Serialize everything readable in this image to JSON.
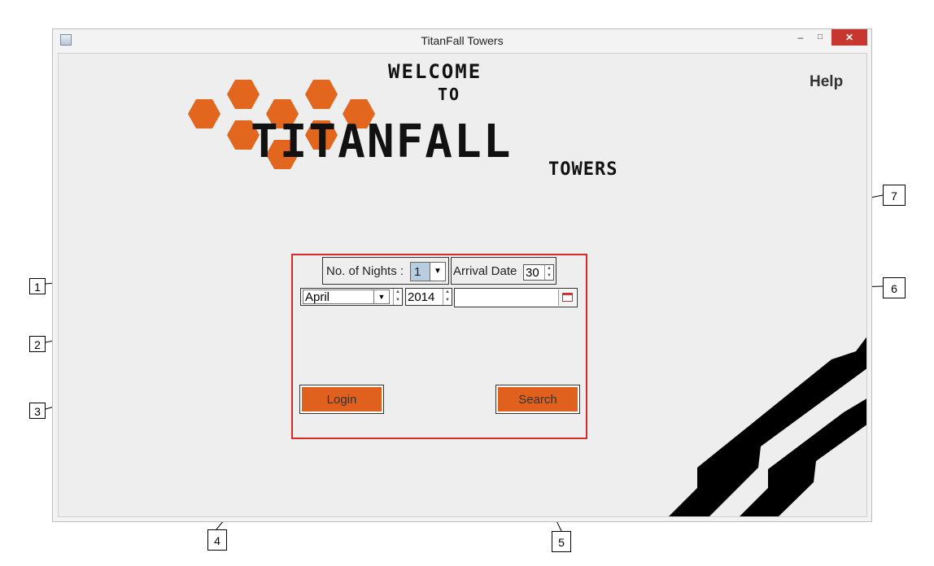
{
  "window": {
    "title": "TitanFall Towers",
    "minimize": "–",
    "maximize": "□",
    "close": "✕"
  },
  "banner": {
    "welcome": "WELCOME",
    "to": "TO",
    "brand": "TITANFALL",
    "sub": "TOWERS",
    "brand_color": "#e3661f"
  },
  "help_label": "Help",
  "form": {
    "nights_label": "No. of Nights :",
    "nights_value": "1",
    "arrival_label": "Arrival Date",
    "arrival_day": "30",
    "month_value": "April",
    "year_value": "2014",
    "date_value": ""
  },
  "buttons": {
    "login": "Login",
    "search": "Search"
  },
  "callouts": [
    "1",
    "2",
    "3",
    "4",
    "5",
    "6",
    "7"
  ]
}
